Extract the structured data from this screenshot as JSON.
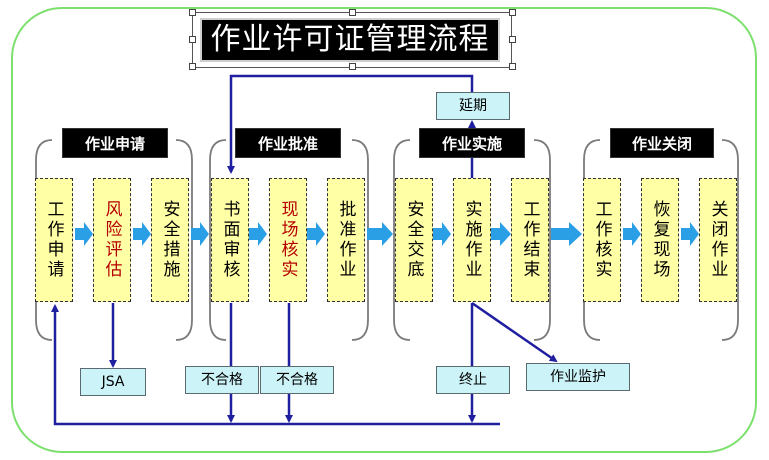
{
  "title": "作业许可证管理流程",
  "phases": [
    "作业申请",
    "作业批准",
    "作业实施",
    "作业关闭"
  ],
  "steps": [
    "工作申请",
    "风险评估",
    "安全措施",
    "书面审核",
    "现场核实",
    "批准作业",
    "安全交底",
    "实施作业",
    "工作结束",
    "工作核实",
    "恢复现场",
    "关闭作业"
  ],
  "notes": {
    "jsa": "JSA",
    "reject_1": "不合格",
    "reject_2": "不合格",
    "extend": "延期",
    "terminate": "终止",
    "monitor": "作业监护"
  },
  "colors": {
    "step_fill": "#ffffa6",
    "highlight_text": "#b40000",
    "arrow_blue": "#2a9fe6",
    "line_navy": "#1f1fa0",
    "note_fill": "#ccf3f8",
    "outer_border": "#7de06e"
  }
}
